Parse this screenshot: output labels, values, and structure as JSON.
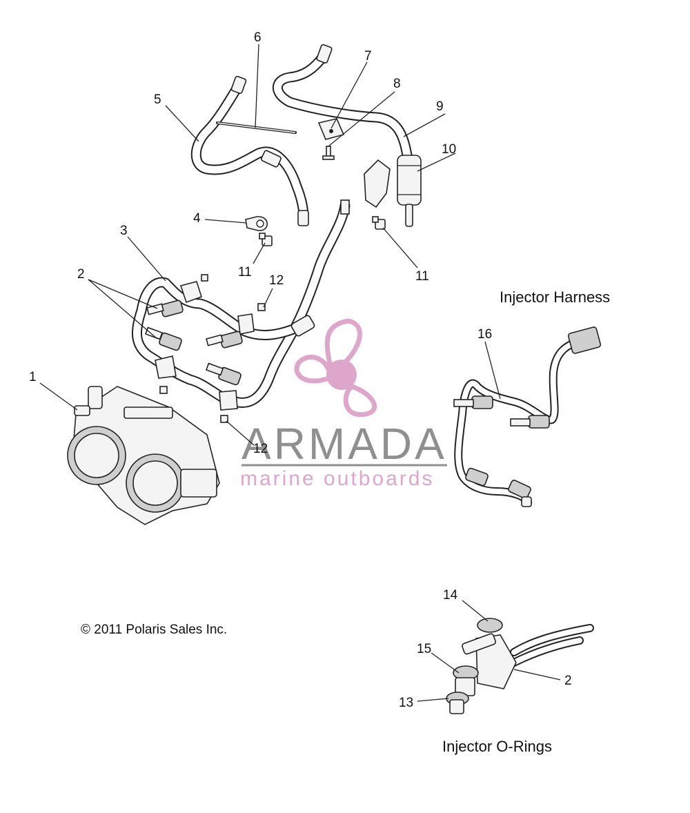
{
  "callouts": [
    {
      "id": "1",
      "label": "1"
    },
    {
      "id": "2a",
      "label": "2"
    },
    {
      "id": "3",
      "label": "3"
    },
    {
      "id": "4",
      "label": "4"
    },
    {
      "id": "5",
      "label": "5"
    },
    {
      "id": "6",
      "label": "6"
    },
    {
      "id": "7",
      "label": "7"
    },
    {
      "id": "8",
      "label": "8"
    },
    {
      "id": "9",
      "label": "9"
    },
    {
      "id": "10",
      "label": "10"
    },
    {
      "id": "11a",
      "label": "11"
    },
    {
      "id": "11b",
      "label": "11"
    },
    {
      "id": "12a",
      "label": "12"
    },
    {
      "id": "12b",
      "label": "12"
    },
    {
      "id": "16",
      "label": "16"
    },
    {
      "id": "14",
      "label": "14"
    },
    {
      "id": "15",
      "label": "15"
    },
    {
      "id": "13",
      "label": "13"
    },
    {
      "id": "2b",
      "label": "2"
    }
  ],
  "captions": {
    "injector_harness": "Injector Harness",
    "injector_orings": "Injector O-Rings"
  },
  "copyright": "© 2011 Polaris Sales Inc.",
  "watermark": {
    "name": "ARMADA",
    "tagline": "marine outboards",
    "colors": {
      "brand_gray": "#8a8a8a",
      "brand_pink": "#dda2c9"
    }
  },
  "colors": {
    "line": "#222222",
    "background": "#ffffff"
  }
}
